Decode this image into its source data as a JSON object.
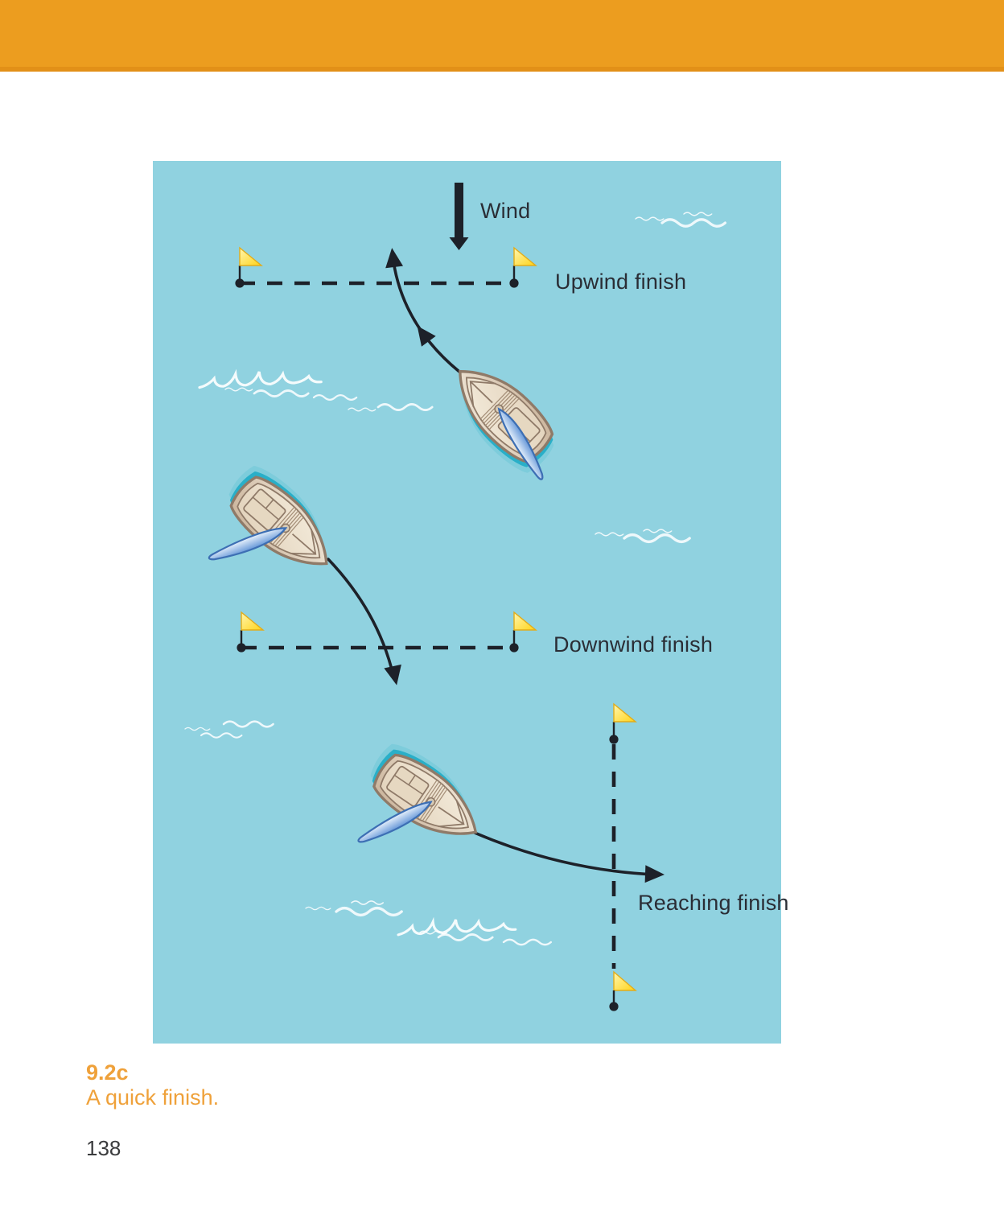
{
  "diagram": {
    "wind_label": "Wind",
    "upwind_label": "Upwind finish",
    "downwind_label": "Downwind finish",
    "reaching_label": "Reaching finish",
    "icons": {
      "wind_arrow": "thick black arrow pointing down",
      "mark_flag": "yellow pennant on pole above black buoy dot",
      "boat": "top-view sailing dinghy with blue sail",
      "finish_line": "black dashed line between two marks",
      "course_arrow": "curved black arrow showing boat path across finish line",
      "water_ripples": "white wavy lines"
    }
  },
  "caption": {
    "number": "9.2c",
    "text": "A quick finish."
  },
  "footer": {
    "page_number": "138"
  },
  "colors": {
    "header_orange": "#EC9D1F",
    "header_orange_strip": "#E29018",
    "water_blue": "#90D2E0",
    "ink": "#1D2129",
    "label_text": "#2A2D35",
    "flag_yellow": "#FFD92E",
    "flag_yellow_light": "#FFF6B0",
    "caption_orange": "#EFA13A",
    "hull_tan": "#E9DCC8",
    "hull_outline": "#8F7A68",
    "hull_teal_edge": "#29AFC8",
    "sail_blue": "#6597D8"
  }
}
